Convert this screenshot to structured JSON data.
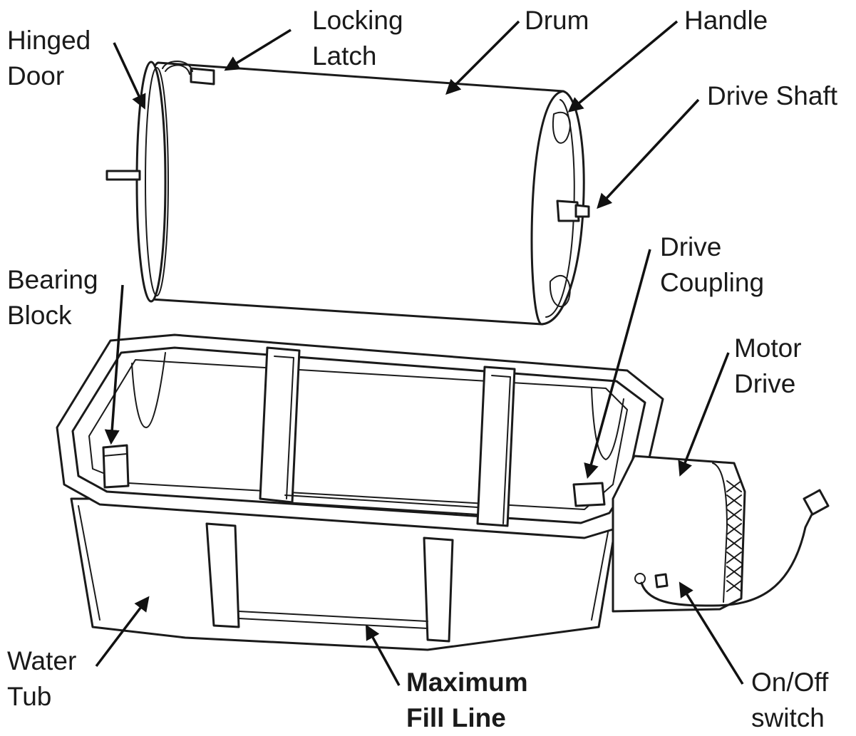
{
  "labels": {
    "hinged_door": [
      "Hinged",
      "Door"
    ],
    "locking_latch": [
      "Locking",
      "Latch"
    ],
    "drum": "Drum",
    "handle": "Handle",
    "drive_shaft": "Drive Shaft",
    "bearing_block": [
      "Bearing",
      "Block"
    ],
    "drive_coupling": [
      "Drive",
      "Coupling"
    ],
    "motor_drive": [
      "Motor",
      "Drive"
    ],
    "water_tub": [
      "Water",
      "Tub"
    ],
    "maximum_fill_line": [
      "Maximum",
      "Fill Line"
    ],
    "on_off_switch": [
      "On/Off",
      "switch"
    ]
  },
  "colors": {
    "ink": "#1a1a1a",
    "background": "#ffffff"
  }
}
